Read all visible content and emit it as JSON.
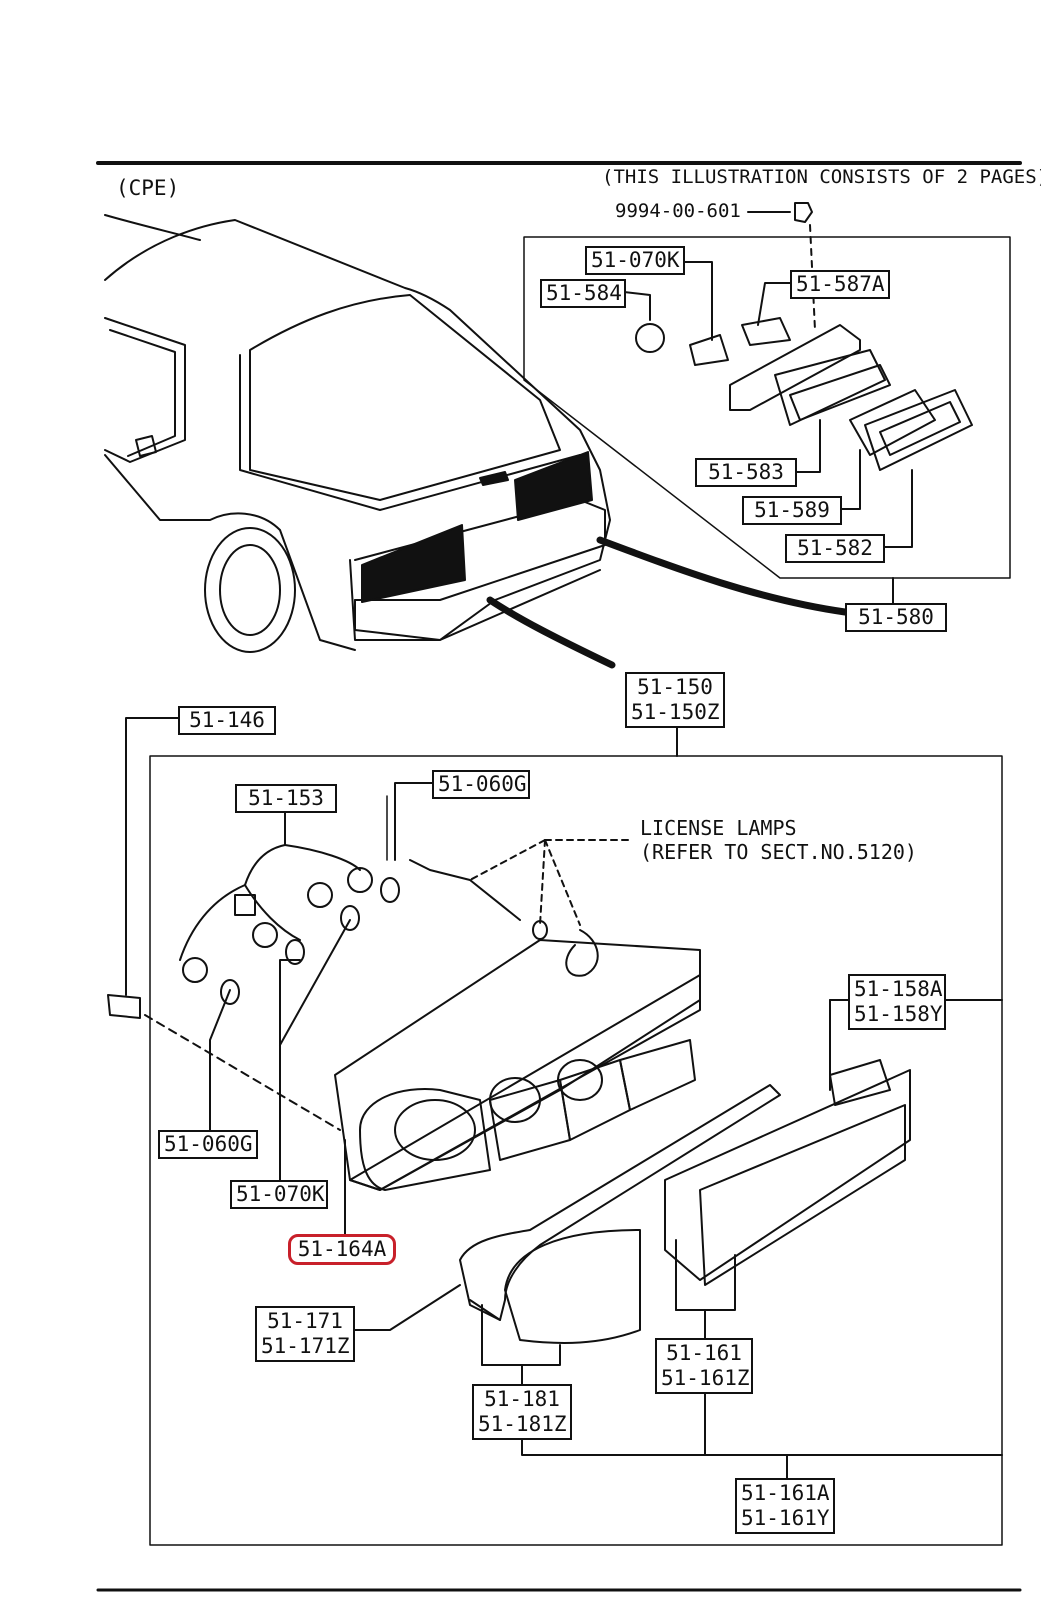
{
  "header": {
    "model": "(CPE)",
    "note": "(THIS ILLUSTRATION CONSISTS OF  2 PAGES)"
  },
  "bolt_part": "9994-00-601",
  "license_note": {
    "line1": "LICENSE LAMPS",
    "line2": "(REFER TO SECT.NO.5120)"
  },
  "parts": {
    "p_51_070K_top": "51-070K",
    "p_51_584": "51-584",
    "p_51_587A": "51-587A",
    "p_51_583": "51-583",
    "p_51_589": "51-589",
    "p_51_582": "51-582",
    "p_51_580": "51-580",
    "p_51_150": "51-150",
    "p_51_150Z": "51-150Z",
    "p_51_146": "51-146",
    "p_51_153": "51-153",
    "p_51_060G_top": "51-060G",
    "p_51_158A": "51-158A",
    "p_51_158Y": "51-158Y",
    "p_51_060G_left": "51-060G",
    "p_51_070K_left": "51-070K",
    "p_51_164A": "51-164A",
    "p_51_171": "51-171",
    "p_51_171Z": "51-171Z",
    "p_51_161": "51-161",
    "p_51_161Z": "51-161Z",
    "p_51_181": "51-181",
    "p_51_181Z": "51-181Z",
    "p_51_161A": "51-161A",
    "p_51_161Y": "51-161Y"
  },
  "colors": {
    "ink": "#111111",
    "highlight": "#c8202a",
    "fill_dark": "#111111"
  },
  "icons": [
    "car-rear-outline",
    "side-marker-lamp-exploded",
    "tail-lamp-housing",
    "lens-assembly",
    "bulb-icon",
    "socket-icon"
  ]
}
